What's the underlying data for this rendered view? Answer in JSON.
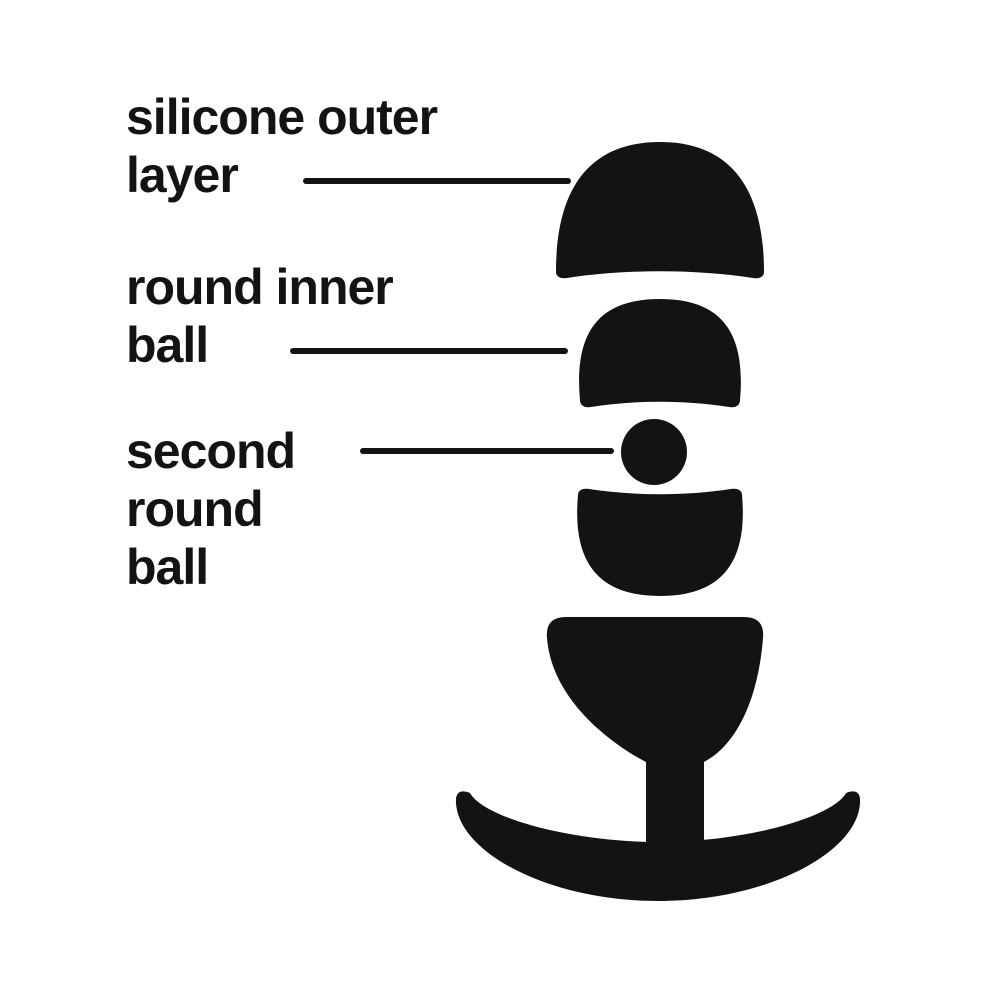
{
  "diagram": {
    "kind": "exploded-parts-diagram",
    "colors": {
      "background": "#ffffff",
      "ink": "#131313"
    },
    "labels": {
      "outer_layer": {
        "line1": "silicone outer",
        "line2": "layer"
      },
      "inner_ball": {
        "line1": "round inner",
        "line2": "ball"
      },
      "second_ball": {
        "line1": "second",
        "line2": "round",
        "line3": "ball"
      }
    },
    "parts": [
      "silicone-outer-layer-dome",
      "round-inner-ball",
      "second-round-ball",
      "lower-round-ball",
      "tapered-base-with-flared-anchor"
    ]
  }
}
